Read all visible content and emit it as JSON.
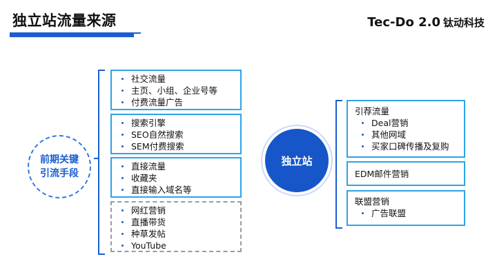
{
  "header": {
    "title": "独立站流量来源",
    "logo_latin": "Tec-Do 2.0",
    "logo_cn": "钛动科技"
  },
  "left_label": {
    "line1": "前期关键",
    "line2": "引流手段"
  },
  "left_groups": [
    {
      "items": [
        "社交流量",
        "主页、小组、企业号等",
        "付费流量广告"
      ]
    },
    {
      "items": [
        "搜索引擎",
        "SEO自然搜索",
        "SEM付费搜索"
      ]
    },
    {
      "items": [
        "直接流量",
        "收藏夹",
        "直接输入域名等"
      ]
    },
    {
      "items": [
        "网红营销",
        "直播带货",
        "种草发帖",
        "YouTube"
      ]
    }
  ],
  "center": {
    "label": "独立站"
  },
  "right_groups": [
    {
      "head": "引荐流量",
      "items": [
        "Deal营销",
        "其他网域",
        "买家口碑传播及复购"
      ]
    },
    {
      "head": "EDM邮件营销",
      "items": []
    },
    {
      "head": "联盟营销",
      "items": [
        "广告联盟"
      ]
    }
  ],
  "colors": {
    "accent": "#1b5ecf",
    "circle_fill": "#1656c8",
    "box_border": "#2ba3e8",
    "dashed_border": "#9a9a9a"
  }
}
